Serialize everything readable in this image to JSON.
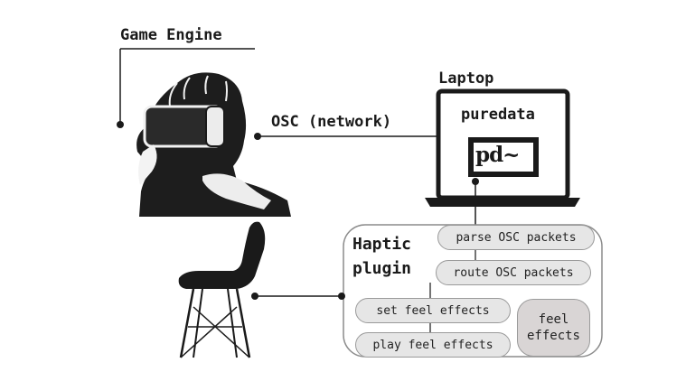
{
  "game_engine": {
    "label": "Game Engine"
  },
  "network": {
    "label": "OSC (network)"
  },
  "laptop": {
    "label": "Laptop",
    "app_label": "puredata",
    "logo_text": "pd~"
  },
  "haptic": {
    "title_line1": "Haptic",
    "title_line2": "plugin",
    "steps": [
      "parse OSC packets",
      "route OSC packets",
      "set feel effects",
      "play feel effects"
    ],
    "store_line1": "feel",
    "store_line2": "effects"
  },
  "colors": {
    "ink": "#1a1a1a",
    "pill_fill": "#e6e6e6",
    "pill_border": "#9a9a9a",
    "store_fill": "#d9d5d5",
    "plugin_border": "#8c8c8c"
  }
}
